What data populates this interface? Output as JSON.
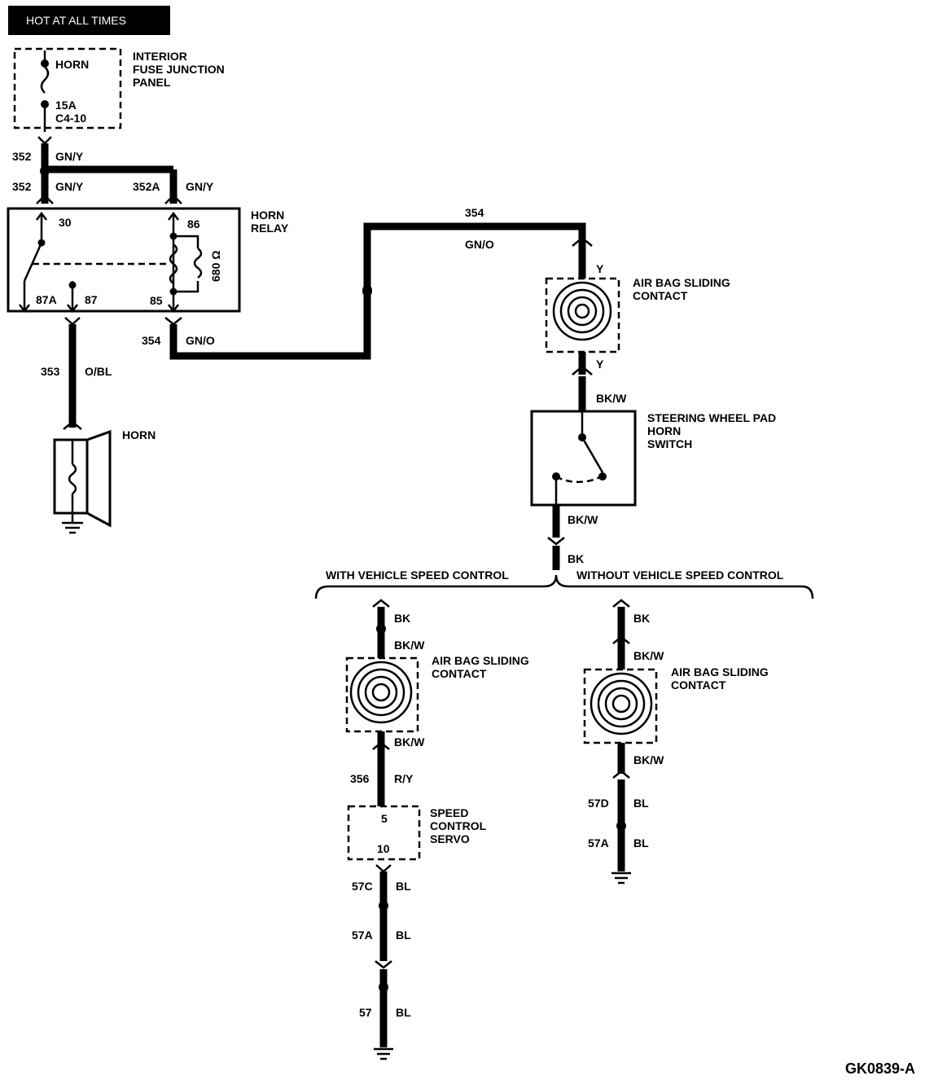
{
  "header": {
    "hot_label": "HOT AT ALL TIMES"
  },
  "fuse_panel": {
    "fuse_name": "HORN",
    "rating": "15A",
    "location": "C4-10",
    "title_lines": [
      "INTERIOR",
      "FUSE JUNCTION",
      "PANEL"
    ]
  },
  "relay": {
    "title_lines": [
      "HORN",
      "RELAY"
    ],
    "pin_30": "30",
    "pin_86": "86",
    "pin_85": "85",
    "pin_87a": "87A",
    "pin_87": "87",
    "resistor": "680 Ω"
  },
  "wires": {
    "w352_top": {
      "circuit": "352",
      "color": "GN/Y"
    },
    "w352_left": {
      "circuit": "352",
      "color": "GN/Y"
    },
    "w352a": {
      "circuit": "352A",
      "color": "GN/Y"
    },
    "w354_low": {
      "circuit": "354",
      "color": "GN/O"
    },
    "w354_top": {
      "circuit": "354",
      "color": "GN/O"
    },
    "w353": {
      "circuit": "353",
      "color": "O/BL"
    },
    "y_upper": {
      "color": "Y"
    },
    "y_lower": {
      "color": "Y"
    },
    "bkw_switch_in": {
      "color": "BK/W"
    },
    "bkw_switch_out": {
      "color": "BK/W"
    },
    "bk_split": {
      "color": "BK"
    },
    "left_bk": {
      "color": "BK"
    },
    "left_bkw_in": {
      "color": "BK/W"
    },
    "left_bkw_out": {
      "color": "BK/W"
    },
    "w356": {
      "circuit": "356",
      "color": "R/Y"
    },
    "w57c": {
      "circuit": "57C",
      "color": "BL"
    },
    "w57a_left": {
      "circuit": "57A",
      "color": "BL"
    },
    "w57": {
      "circuit": "57",
      "color": "BL"
    },
    "right_bk": {
      "color": "BK"
    },
    "right_bkw_in": {
      "color": "BK/W"
    },
    "right_bkw_out": {
      "color": "BK/W"
    },
    "w57d": {
      "circuit": "57D",
      "color": "BL"
    },
    "w57a_right": {
      "circuit": "57A",
      "color": "BL"
    }
  },
  "horn": {
    "label": "HORN"
  },
  "airbag_top": {
    "title_lines": [
      "AIR BAG SLIDING",
      "CONTACT"
    ]
  },
  "horn_switch": {
    "title_lines": [
      "STEERING WHEEL PAD",
      "HORN",
      "SWITCH"
    ]
  },
  "branches": {
    "with_label": "WITH VEHICLE SPEED CONTROL",
    "without_label": "WITHOUT VEHICLE SPEED CONTROL"
  },
  "airbag_left": {
    "title_lines": [
      "AIR BAG SLIDING",
      "CONTACT"
    ]
  },
  "airbag_right": {
    "title_lines": [
      "AIR BAG SLIDING",
      "CONTACT"
    ]
  },
  "servo": {
    "title_lines": [
      "SPEED",
      "CONTROL",
      "SERVO"
    ],
    "pin_top": "5",
    "pin_bottom": "10"
  },
  "figure_id": "GK0839-A"
}
